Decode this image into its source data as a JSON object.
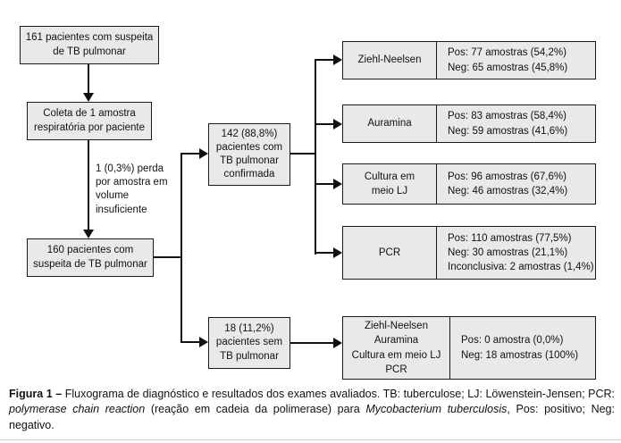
{
  "figure": {
    "flowchart": {
      "boxes": {
        "patients_initial": "161 pacientes com suspeita\nde TB pulmonar",
        "collection": "Coleta de 1 amostra\nrespiratória por paciente",
        "loss_note": "1 (0,3%) perda\npor amostra em\nvolume\ninsuficiente",
        "patients_remaining": "160 pacientes com\nsuspeita de TB pulmonar",
        "confirmed": "142 (88,8%)\npacientes com\nTB pulmonar\nconfirmada",
        "not_confirmed": "18 (11,2%)\npacientes sem\nTB pulmonar"
      },
      "result_boxes": [
        {
          "test": "Ziehl-Neelsen",
          "results": "Pos: 77 amostras (54,2%)\nNeg: 65 amostras (45,8%)"
        },
        {
          "test": "Auramina",
          "results": "Pos: 83 amostras (58,4%)\nNeg: 59 amostras (41,6%)"
        },
        {
          "test": "Cultura em\nmeio LJ",
          "results": "Pos: 96 amostras (67,6%)\nNeg: 46 amostras (32,4%)"
        },
        {
          "test": "PCR",
          "results": "Pos: 110 amostras (77,5%)\nNeg: 30 amostras (21,1%)\nInconclusiva: 2 amostras (1,4%)"
        },
        {
          "test": "Ziehl-Neelsen\nAuramina\nCultura em meio LJ\nPCR",
          "results": "Pos: 0 amostra (0,0%)\nNeg: 18 amostras (100%)"
        }
      ]
    },
    "caption": {
      "label": "Figura 1",
      "separator": " – ",
      "part1": "Fluxograma de diagnóstico e resultados dos exames avaliados. TB: tuberculose; LJ: Löwenstein-Jensen; PCR: ",
      "italic1": "polymerase chain reaction",
      "part2": " (reação em cadeia da polimerase) para ",
      "italic2": "Mycobacterium tuberculosis",
      "part3": ", Pos: positivo; Neg: negativo."
    },
    "colors": {
      "box_fill": "#e9e9e9",
      "box_border": "#1a1a1a",
      "line": "#111111",
      "background": "#ffffff",
      "bottom_rule": "#c9c9c9"
    }
  }
}
